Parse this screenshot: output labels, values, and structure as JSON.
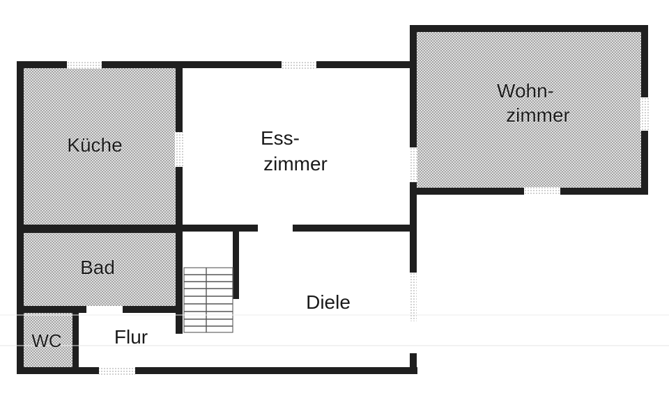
{
  "floorplan": {
    "rooms": {
      "kueche": {
        "label": "Küche"
      },
      "esszimmer": {
        "line1": "Ess-",
        "line2": "zimmer"
      },
      "wohnzimmer": {
        "line1": "Wohn-",
        "line2": "zimmer"
      },
      "bad": {
        "label": "Bad"
      },
      "wc": {
        "label": "WC"
      },
      "flur": {
        "label": "Flur"
      },
      "diele": {
        "label": "Diele"
      }
    },
    "colors": {
      "wall": "#1f1f1f",
      "hatched_room_fill": "#c9c9c9",
      "background": "#ffffff"
    }
  }
}
